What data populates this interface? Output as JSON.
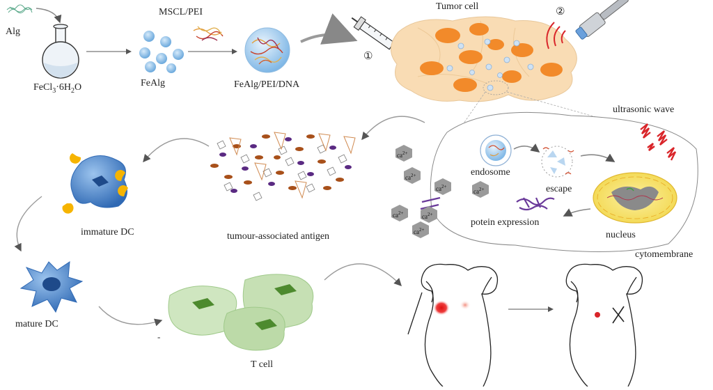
{
  "labels": {
    "alg": "Alg",
    "fecl3": "FeCl",
    "fecl3_sub": "3",
    "fecl3_rest": "·6H",
    "fecl3_sub2": "2",
    "fecl3_end": "O",
    "mscl_pei": "MSCL/PEI",
    "fealg": "FeAlg",
    "fealg_pei_dna": "FeAlg/PEI/DNA",
    "tumor_cell": "Tumor  cell",
    "step1": "①",
    "step2": "②",
    "ultrasonic_wave": "ultrasonic wave",
    "endosome": "endosome",
    "escape": "escape",
    "potein_expression": "potein expression",
    "nucleus": "nucleus",
    "cytomembrane": "cytomembrane",
    "immature_dc": "immature DC",
    "mature_dc": "mature DC",
    "tumour_antigen": "tumour-associated antigen",
    "t_cell": "T cell",
    "ca": "ca",
    "ca_sup": "2+",
    "dash": "-"
  },
  "colors": {
    "tumor_fill": "#f9dcb4",
    "tumor_nucleus": "#f28a2a",
    "dc_blue": "#3b78c4",
    "t_cell_green": "#9fc98a",
    "red_wave": "#d9252a",
    "purple": "#6a3a9a",
    "nano_blue": "#7fb7e6",
    "yellow_receptor": "#f6b400"
  },
  "icons": [
    "flask-icon",
    "syringe-icon",
    "ultrasound-probe-icon",
    "mouse-icon",
    "arrow-icon",
    "cross-mark-icon"
  ]
}
